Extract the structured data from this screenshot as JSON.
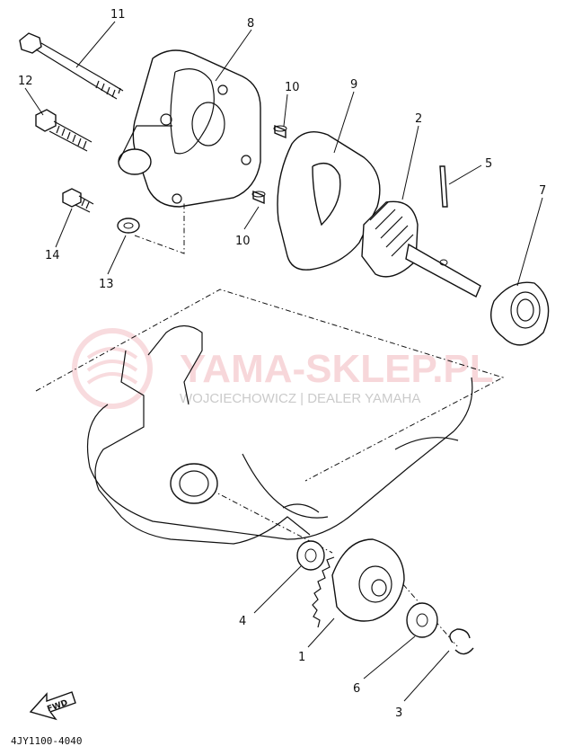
{
  "diagram": {
    "part_labels": [
      "11",
      "8",
      "12",
      "10",
      "9",
      "2",
      "5",
      "7",
      "10",
      "14",
      "13",
      "4",
      "1",
      "6",
      "3"
    ],
    "drawing_code": "4JY1100-4040",
    "fwd_label": "FWD",
    "watermark": {
      "brand": "YAMA-SKLEP.PL",
      "dealer": "WOJCIECHOWICZ | DEALER YAMAHA",
      "color": "#f2b8bd"
    }
  }
}
